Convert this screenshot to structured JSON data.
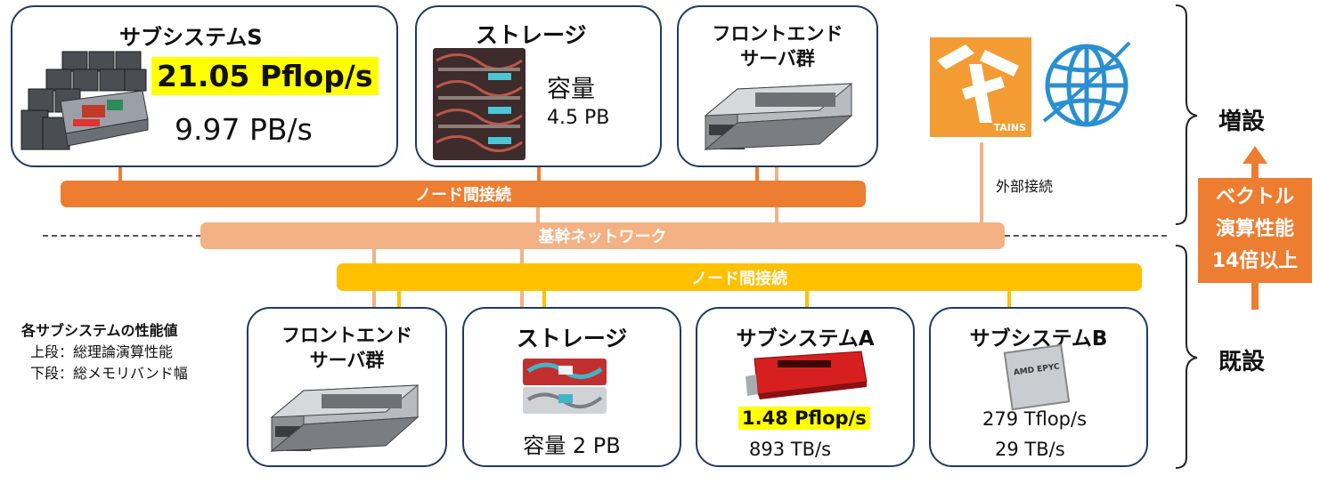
{
  "colors": {
    "box_border": "#1f3b63",
    "node_bar_top": "#ed7d31",
    "backbone": "#f4b183",
    "node_bar_bottom": "#ffc000",
    "highlight": "#ffff00",
    "accent_orange": "#ed7d31"
  },
  "expansion": {
    "subsystem_s": {
      "title": "サブシステムS",
      "perf": "21.05 Pflop/s",
      "bandwidth": "9.97 PB/s"
    },
    "storage": {
      "title": "ストレージ",
      "capacity_label": "容量",
      "capacity_value": "4.5 PB"
    },
    "frontend": {
      "title_line1": "フロントエンド",
      "title_line2": "サーバ群"
    },
    "external": {
      "logo_text": "TAINS",
      "label": "外部接続"
    },
    "node_bar": "ノード間接続"
  },
  "backbone_label": "基幹ネットワーク",
  "existing": {
    "node_bar": "ノード間接続",
    "frontend": {
      "title_line1": "フロントエンド",
      "title_line2": "サーバ群"
    },
    "storage": {
      "title": "ストレージ",
      "capacity": "容量 2 PB"
    },
    "subsystem_a": {
      "title": "サブシステムA",
      "perf": "1.48 Pflop/s",
      "bandwidth": "893 TB/s"
    },
    "subsystem_b": {
      "title": "サブシステムB",
      "perf": "279 Tflop/s",
      "bandwidth": "29 TB/s",
      "chip_label": "AMD EPYC"
    }
  },
  "legend": {
    "title": "各サブシステムの性能値",
    "line1": "上段：総理論演算性能",
    "line2": "下段：総メモリバンド幅"
  },
  "side": {
    "expansion_label": "増設",
    "existing_label": "既設",
    "callout_line1": "ベクトル",
    "callout_line2": "演算性能",
    "callout_line3": "14倍以上"
  }
}
